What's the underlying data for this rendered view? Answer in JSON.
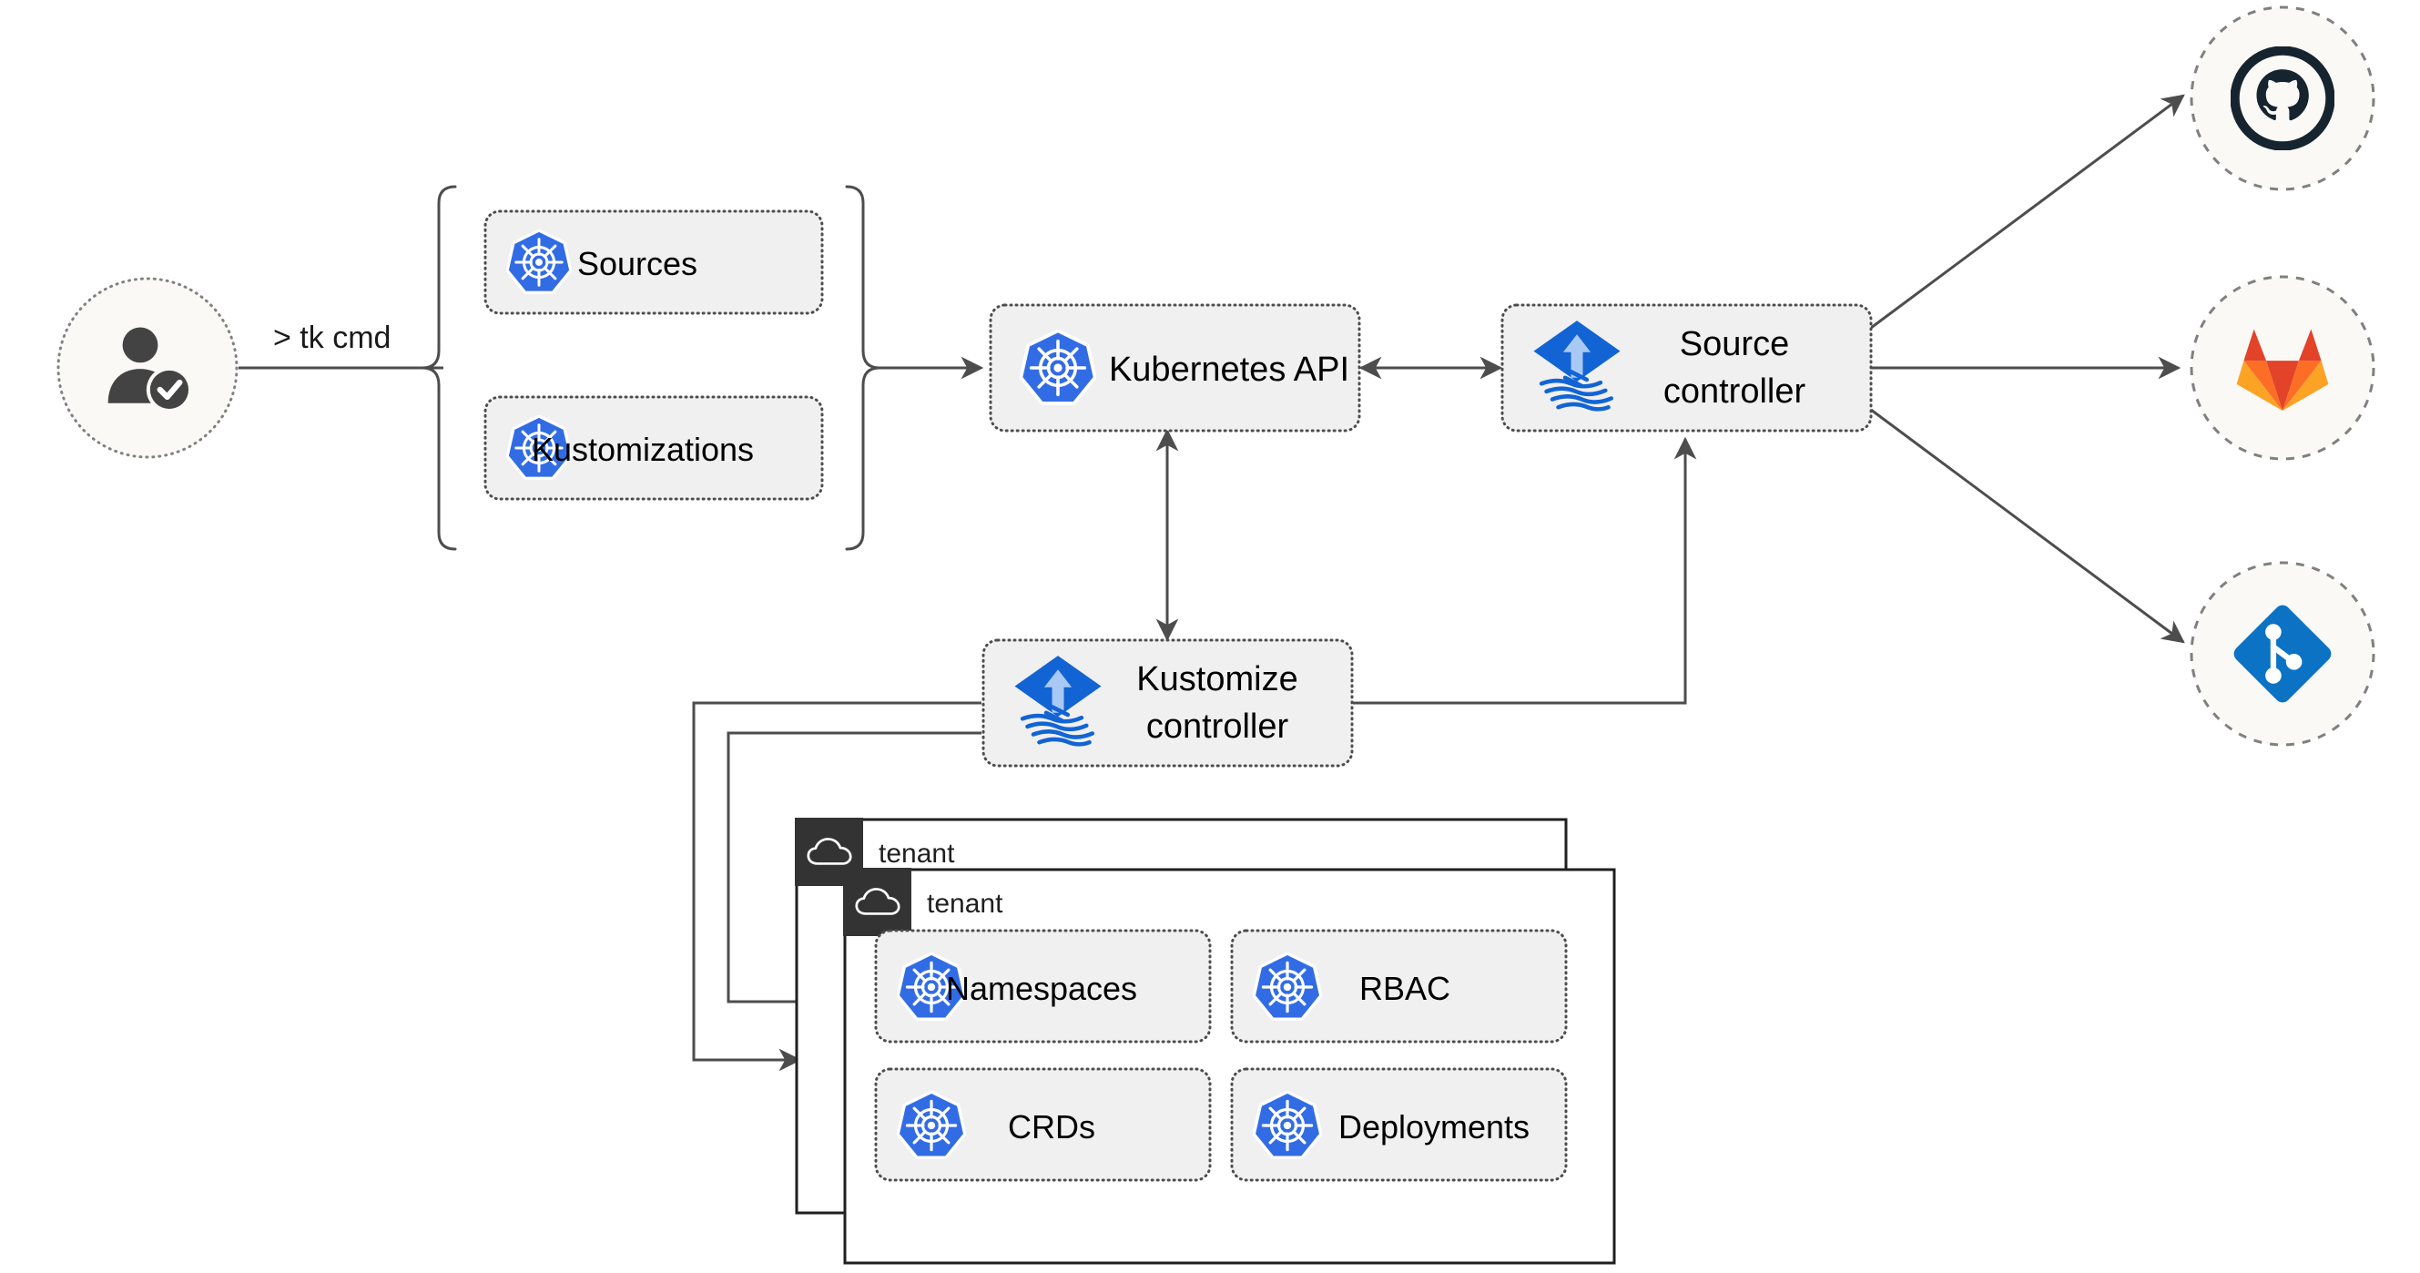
{
  "diagram": {
    "title": "Flux multi-tenancy GitOps architecture",
    "colors": {
      "kubernetes_blue": "#326CE5",
      "flux_blue": "#1264D4",
      "flux_arrow": "#A3C7F5",
      "github_dark": "#16242F",
      "gitlab_red": "#E24329",
      "gitlab_orange": "#FC6D26",
      "gitlab_amber": "#FCA326",
      "git_blue": "#0B72C4",
      "node_fill": "#F0F0F0",
      "node_border": "#4D4D4D",
      "circle_fill": "#FAF9F6",
      "circle_border": "#808080",
      "edge_stroke": "#4D4D4D",
      "tenant_tab": "#333333",
      "avatar_icon": "#434343"
    },
    "actor": {
      "name": "user",
      "icon": "user-verified-icon"
    },
    "command": {
      "label": "> tk cmd"
    },
    "resource_group": {
      "items": [
        {
          "label": "Sources",
          "icon": "kubernetes-icon"
        },
        {
          "label": "Kustomizations",
          "icon": "kubernetes-icon"
        }
      ]
    },
    "core": [
      {
        "id": "k8s-api",
        "label": "Kubernetes API",
        "icon": "kubernetes-icon"
      },
      {
        "id": "source-controller",
        "label_line1": "Source",
        "label_line2": "controller",
        "icon": "flux-icon"
      },
      {
        "id": "kustomize-controller",
        "label_line1": "Kustomize",
        "label_line2": "controller",
        "icon": "flux-icon"
      }
    ],
    "providers": [
      {
        "id": "github",
        "name": "GitHub",
        "icon": "github-icon"
      },
      {
        "id": "gitlab",
        "name": "GitLab",
        "icon": "gitlab-icon"
      },
      {
        "id": "git",
        "name": "Git",
        "icon": "git-repo-icon"
      }
    ],
    "tenants": [
      {
        "label": "tenant",
        "icon": "cloud-icon",
        "resources": []
      },
      {
        "label": "tenant",
        "icon": "cloud-icon",
        "resources": [
          {
            "label": "Namespaces",
            "icon": "kubernetes-icon"
          },
          {
            "label": "RBAC",
            "icon": "kubernetes-icon"
          },
          {
            "label": "CRDs",
            "icon": "kubernetes-icon"
          },
          {
            "label": "Deployments",
            "icon": "kubernetes-icon"
          }
        ]
      }
    ]
  }
}
